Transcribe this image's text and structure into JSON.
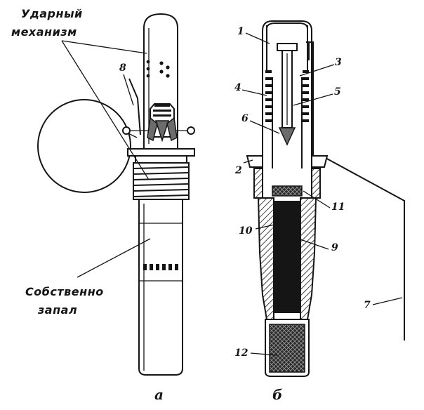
{
  "figure": {
    "panel_a": {
      "caption": "а",
      "label_mechanism_line1": "Ударный",
      "label_mechanism_line2": "механизм",
      "label_fuze_line1": "Собственно",
      "label_fuze_line2": "запал",
      "number_8": "8"
    },
    "panel_b": {
      "caption": "б",
      "numbers": {
        "n1": "1",
        "n2": "2",
        "n3": "3",
        "n4": "4",
        "n5": "5",
        "n6": "6",
        "n7": "7",
        "n9": "9",
        "n10": "10",
        "n11": "11",
        "n12": "12"
      }
    }
  }
}
